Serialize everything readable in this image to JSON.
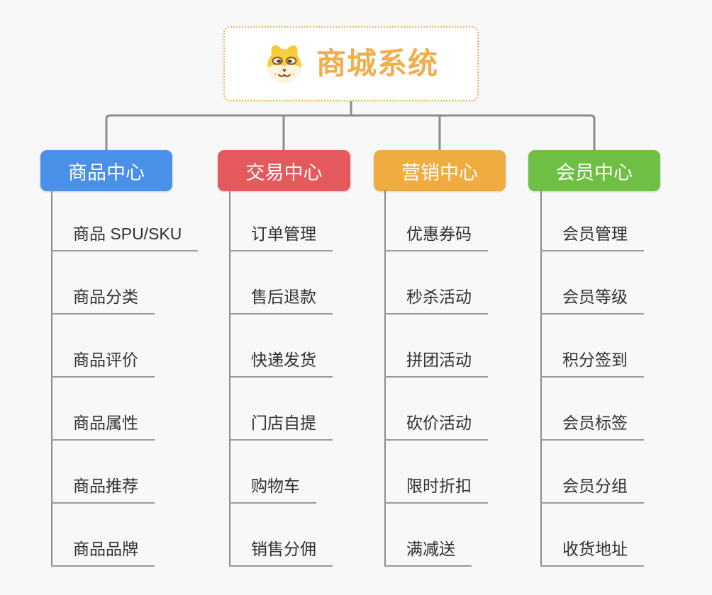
{
  "root": {
    "title": "商城系统",
    "icon": "doge-icon"
  },
  "centers": [
    {
      "label": "商品中心",
      "color": "#4a8fe8",
      "children": [
        "商品 SPU/SKU",
        "商品分类",
        "商品评价",
        "商品属性",
        "商品推荐",
        "商品品牌"
      ]
    },
    {
      "label": "交易中心",
      "color": "#e4595b",
      "children": [
        "订单管理",
        "售后退款",
        "快递发货",
        "门店自提",
        "购物车",
        "销售分佣"
      ]
    },
    {
      "label": "营销中心",
      "color": "#efac41",
      "children": [
        "优惠券码",
        "秒杀活动",
        "拼团活动",
        "砍价活动",
        "限时折扣",
        "满减送"
      ]
    },
    {
      "label": "会员中心",
      "color": "#6fbf44",
      "children": [
        "会员管理",
        "会员等级",
        "积分签到",
        "会员标签",
        "会员分组",
        "收货地址"
      ]
    }
  ],
  "colors": {
    "background": "#f8f8f8",
    "root_accent": "#f1ae4d",
    "root_border": "#f2b154",
    "connector": "#8c8c8c",
    "underline": "#9a9a9a",
    "child_text": "#303030"
  }
}
